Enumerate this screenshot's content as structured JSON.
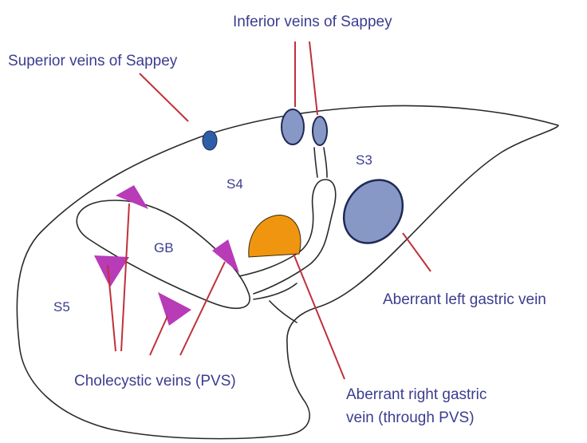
{
  "labels": {
    "superior_veins": "Superior veins of Sappey",
    "inferior_veins": "Inferior veins of Sappey",
    "segment_s3": "S3",
    "segment_s4": "S4",
    "segment_s5": "S5",
    "gallbladder": "GB",
    "aberrant_left_gastric": "Aberrant left gastric vein",
    "cholecystic_veins": "Cholecystic veins (PVS)",
    "aberrant_right_gastric_line1": "Aberrant right gastric",
    "aberrant_right_gastric_line2": "vein (through PVS)"
  },
  "colors": {
    "label_text": "#3b3d8f",
    "arrow": "#c0303a",
    "cholecystic_vein_fill": "#b83bb8",
    "right_gastric_fill": "#f0950f",
    "sappey_vein_fill": "#8898c6",
    "superior_vein_fill": "#2f5ea8",
    "outline": "#2a2a2a"
  }
}
